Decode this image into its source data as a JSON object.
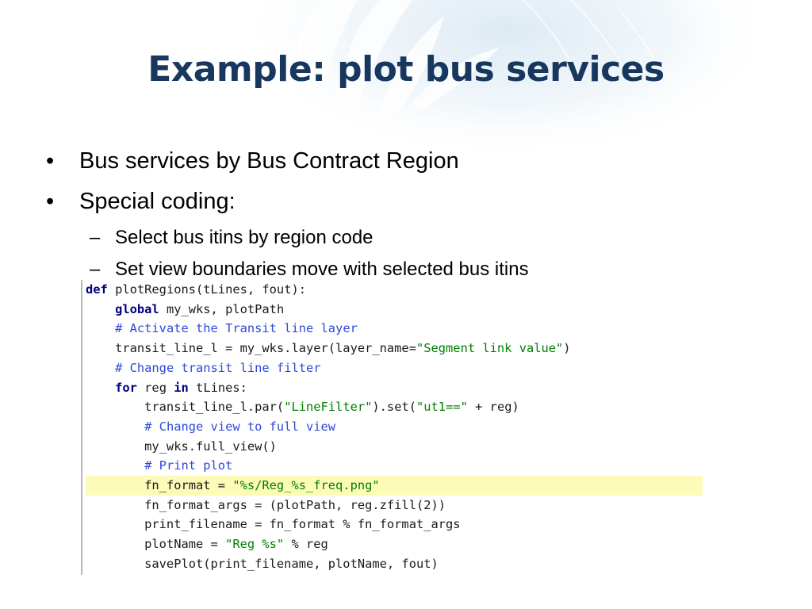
{
  "slide": {
    "title": "Example: plot bus services",
    "bullets": [
      {
        "mark": "•",
        "text": "Bus services by Bus Contract Region"
      },
      {
        "mark": "•",
        "text": "Special coding:"
      }
    ],
    "sub_bullets": [
      {
        "mark": "–",
        "text": "Select bus itins by region code"
      },
      {
        "mark": "–",
        "text": "Set view boundaries move with selected bus itins"
      }
    ]
  },
  "code": {
    "lines": [
      [
        {
          "t": "kw",
          "v": "def"
        },
        {
          "t": "tx",
          "v": " plotRegions(tLines, fout):"
        }
      ],
      [
        {
          "t": "tx",
          "v": "    "
        },
        {
          "t": "kw",
          "v": "global"
        },
        {
          "t": "tx",
          "v": " my_wks, plotPath"
        }
      ],
      [
        {
          "t": "tx",
          "v": "    "
        },
        {
          "t": "cm",
          "v": "# Activate the Transit line layer"
        }
      ],
      [
        {
          "t": "tx",
          "v": "    transit_line_l = my_wks.layer(layer_name="
        },
        {
          "t": "st",
          "v": "\"Segment link value\""
        },
        {
          "t": "tx",
          "v": ")"
        }
      ],
      [
        {
          "t": "tx",
          "v": "    "
        },
        {
          "t": "cm",
          "v": "# Change transit line filter"
        }
      ],
      [
        {
          "t": "tx",
          "v": "    "
        },
        {
          "t": "kw",
          "v": "for"
        },
        {
          "t": "tx",
          "v": " reg "
        },
        {
          "t": "kw",
          "v": "in"
        },
        {
          "t": "tx",
          "v": " tLines:"
        }
      ],
      [
        {
          "t": "tx",
          "v": "        transit_line_l.par("
        },
        {
          "t": "st",
          "v": "\"LineFilter\""
        },
        {
          "t": "tx",
          "v": ").set("
        },
        {
          "t": "st",
          "v": "\"ut1==\""
        },
        {
          "t": "tx",
          "v": " + reg)"
        }
      ],
      [
        {
          "t": "tx",
          "v": "        "
        },
        {
          "t": "cm",
          "v": "# Change view to full view"
        }
      ],
      [
        {
          "t": "tx",
          "v": "        my_wks.full_view()"
        }
      ],
      [
        {
          "t": "tx",
          "v": "        "
        },
        {
          "t": "cm",
          "v": "# Print plot"
        }
      ],
      [
        {
          "t": "tx",
          "v": "        fn_format = "
        },
        {
          "t": "st",
          "v": "\"%s/Reg_%s_freq.png\""
        }
      ],
      [
        {
          "t": "tx",
          "v": "        fn_format_args = (plotPath, reg.zfill(2))"
        }
      ],
      [
        {
          "t": "tx",
          "v": "        print_filename = fn_format % fn_format_args"
        }
      ],
      [
        {
          "t": "tx",
          "v": "        plotName = "
        },
        {
          "t": "st",
          "v": "\"Reg %s\""
        },
        {
          "t": "tx",
          "v": " % reg"
        }
      ],
      [
        {
          "t": "tx",
          "v": "        savePlot(print_filename, plotName, fout)"
        }
      ]
    ],
    "highlighted_line": 10,
    "colors": {
      "keyword": "#000080",
      "comment": "#2c49d8",
      "string": "#008000",
      "highlight": "#fdfbb8",
      "title": "#17375e"
    }
  }
}
